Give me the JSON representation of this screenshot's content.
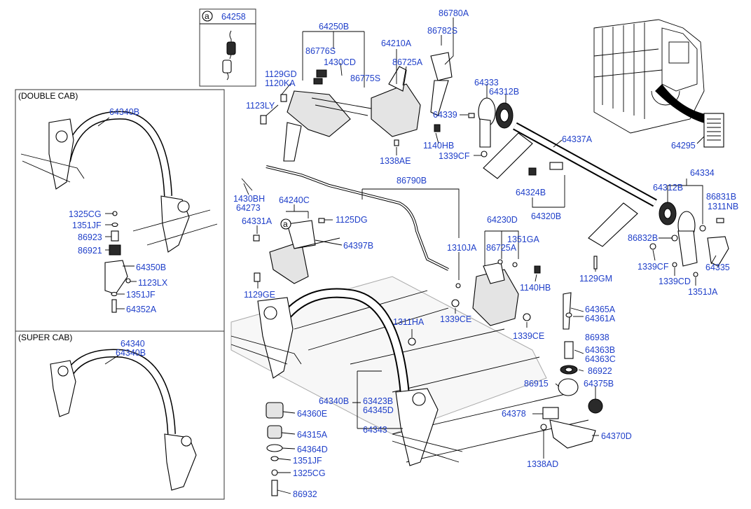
{
  "boxes": {
    "double_cab": "(DOUBLE CAB)",
    "super_cab": "(SUPER CAB)",
    "callout_letter": "a",
    "callout_part": "64258"
  },
  "labels": {
    "p64340B_dc": "64340B",
    "p1325CG_dc": "1325CG",
    "p1351JF_dc": "1351JF",
    "p86923": "86923",
    "p86921": "86921",
    "p64350B": "64350B",
    "p1123LX": "1123LX",
    "p1351JF_dc2": "1351JF",
    "p64352A": "64352A",
    "p64340_sc": "64340",
    "p64340B_sc": "64340B",
    "p64250B": "64250B",
    "p86776S": "86776S",
    "p1430CD": "1430CD",
    "p1129GD": "1129GD",
    "p1120KA": "1120KA",
    "p86775S": "86775S",
    "p1123LY": "1123LY",
    "p64210A": "64210A",
    "p86725A_top": "86725A",
    "p86780A": "86780A",
    "p86782S": "86782S",
    "p64333": "64333",
    "p64312B_top": "64312B",
    "p64339": "64339",
    "p1140HB_top": "1140HB",
    "p1339CF_top": "1339CF",
    "p1338AE": "1338AE",
    "p64337A": "64337A",
    "p64295": "64295",
    "p86790B": "86790B",
    "p1430BH": "1430BH",
    "p64273": "64273",
    "p64240C": "64240C",
    "p1125DG": "1125DG",
    "p64331A": "64331A",
    "p64397B": "64397B",
    "p1129GE": "1129GE",
    "p1310JA": "1310JA",
    "p64324B": "64324B",
    "p64320B": "64320B",
    "p64334": "64334",
    "p64312B_r": "64312B",
    "p86831B": "86831B",
    "p1311NB": "1311NB",
    "p86832B": "86832B",
    "p1339CF_r": "1339CF",
    "p64335": "64335",
    "p1339CD": "1339CD",
    "p1351JA": "1351JA",
    "p1129GM": "1129GM",
    "p64230D": "64230D",
    "p86725A_mid": "86725A",
    "p1351GA": "1351GA",
    "p1140HB_mid": "1140HB",
    "p1339CE_l": "1339CE",
    "p1339CE_r": "1339CE",
    "p1311HA": "1311HA",
    "p64365A": "64365A",
    "p64361A": "64361A",
    "p86938": "86938",
    "p64363B": "64363B",
    "p64363C": "64363C",
    "p86922": "86922",
    "p86915": "86915",
    "p64375B": "64375B",
    "p64378": "64378",
    "p64370D": "64370D",
    "p1338AD": "1338AD",
    "p64340B_main": "64340B",
    "p64343": "64343",
    "p64360E": "64360E",
    "p64315A": "64315A",
    "p64364D": "64364D",
    "p1351JF_main": "1351JF",
    "p1325CG_main": "1325CG",
    "p86932": "86932",
    "p64345D": "64345D",
    "p63423B": "63423B",
    "p63423B_text": "63423B"
  },
  "colors": {
    "part_label": "#1f3fc9",
    "line": "#000000",
    "frame": "#aaaaaa"
  }
}
